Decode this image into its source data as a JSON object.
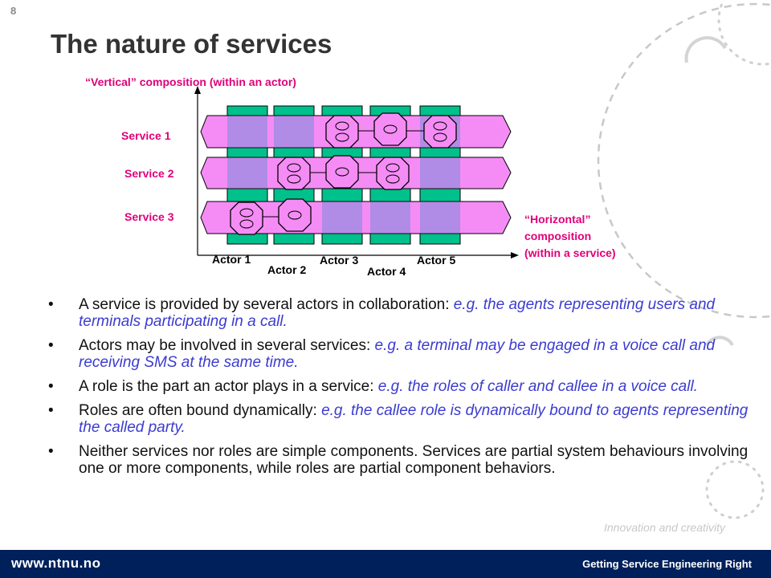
{
  "slide_number": "8",
  "title": "The nature of services",
  "diagram": {
    "vertical_label": "“Vertical” composition (within an actor)",
    "horizontal_label": [
      "“Horizontal”",
      "composition",
      "(within a service)"
    ],
    "services": [
      "Service 1",
      "Service 2",
      "Service 3"
    ],
    "actors": [
      "Actor 1",
      "Actor 2",
      "Actor 3",
      "Actor 4",
      "Actor 5"
    ]
  },
  "bullets": [
    {
      "text": "A service is provided by several actors in collaboration: ",
      "example": "e.g. the agents representing users and terminals participating in a call."
    },
    {
      "text": "Actors may be involved in several services: ",
      "example": "e.g. a terminal may be engaged in a voice call and receiving SMS at the same time."
    },
    {
      "text": "A role is the part an actor plays in a service: ",
      "example": "e.g. the roles of caller and callee in a voice call."
    },
    {
      "text": "Roles are often bound dynamically: ",
      "example": "e.g. the callee role is dynamically bound to agents representing the called party."
    },
    {
      "text": "Neither services nor roles are simple components. Services are partial system behaviours involving one or more components, while roles are partial component behaviors.",
      "example": ""
    }
  ],
  "bullet_char": "•",
  "faded_slogan": "Innovation and creativity",
  "footer": {
    "url": "www.ntnu.no",
    "caption": "Getting Service Engineering Right"
  },
  "colors": {
    "service_band": "#f58cf5",
    "actor_column": "#00c08c",
    "overlap": "#b08ce6",
    "label_pink": "#e0007a",
    "footer": "#00205b",
    "example_text": "#3b3bd1"
  }
}
